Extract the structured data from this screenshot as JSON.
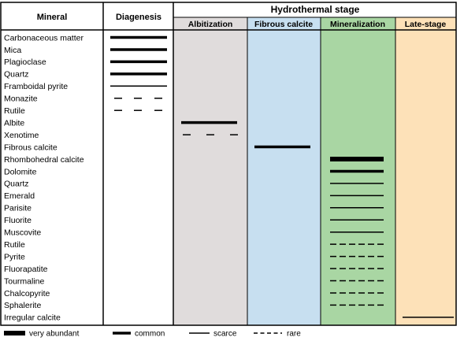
{
  "headers": {
    "mineral": "Mineral",
    "diagenesis": "Diagenesis",
    "hydrothermal": "Hydrothermal stage",
    "stages": [
      {
        "label": "Albitization",
        "color": "#e0dcdc"
      },
      {
        "label": "Fibrous calcite",
        "color": "#c7dff0",
        "text_color": "#1f4e9c"
      },
      {
        "label": "Mineralization",
        "color": "#a9d6a3"
      },
      {
        "label": "Late-stage",
        "color": "#fde1b8"
      }
    ]
  },
  "minerals": [
    {
      "name": "Carbonaceous matter",
      "stage": "diagenesis",
      "abundance": "common"
    },
    {
      "name": "Mica",
      "stage": "diagenesis",
      "abundance": "common"
    },
    {
      "name": "Plagioclase",
      "stage": "diagenesis",
      "abundance": "common"
    },
    {
      "name": "Quartz",
      "stage": "diagenesis",
      "abundance": "common"
    },
    {
      "name": "Framboidal pyrite",
      "stage": "diagenesis",
      "abundance": "scarce"
    },
    {
      "name": "Monazite",
      "stage": "diagenesis",
      "abundance": "rare"
    },
    {
      "name": "Rutile",
      "stage": "diagenesis",
      "abundance": "rare"
    },
    {
      "name": "Albite",
      "stage": "albitization",
      "abundance": "common"
    },
    {
      "name": "Xenotime",
      "stage": "albitization",
      "abundance": "rare"
    },
    {
      "name": "Fibrous calcite",
      "stage": "fibrous",
      "abundance": "common"
    },
    {
      "name": "Rhombohedral calcite",
      "stage": "mineralization",
      "abundance": "very abundant"
    },
    {
      "name": "Dolomite",
      "stage": "mineralization",
      "abundance": "common"
    },
    {
      "name": "Quartz",
      "stage": "mineralization",
      "abundance": "scarce"
    },
    {
      "name": "Emerald",
      "stage": "mineralization",
      "abundance": "scarce"
    },
    {
      "name": "Parisite",
      "stage": "mineralization",
      "abundance": "scarce"
    },
    {
      "name": "Fluorite",
      "stage": "mineralization",
      "abundance": "scarce"
    },
    {
      "name": "Muscovite",
      "stage": "mineralization",
      "abundance": "scarce"
    },
    {
      "name": "Rutile",
      "stage": "mineralization",
      "abundance": "rare"
    },
    {
      "name": "Pyrite",
      "stage": "mineralization",
      "abundance": "rare"
    },
    {
      "name": "Fluorapatite",
      "stage": "mineralization",
      "abundance": "rare"
    },
    {
      "name": "Tourmaline",
      "stage": "mineralization",
      "abundance": "rare"
    },
    {
      "name": "Chalcopyrite",
      "stage": "mineralization",
      "abundance": "rare"
    },
    {
      "name": "Sphalerite",
      "stage": "mineralization",
      "abundance": "rare"
    },
    {
      "name": "Irregular calcite",
      "stage": "late",
      "abundance": "scarce"
    }
  ],
  "legend": [
    {
      "label": "very abundant",
      "style": "very abundant"
    },
    {
      "label": "common",
      "style": "common"
    },
    {
      "label": "scarce",
      "style": "scarce"
    },
    {
      "label": "rare",
      "style": "rare"
    }
  ]
}
